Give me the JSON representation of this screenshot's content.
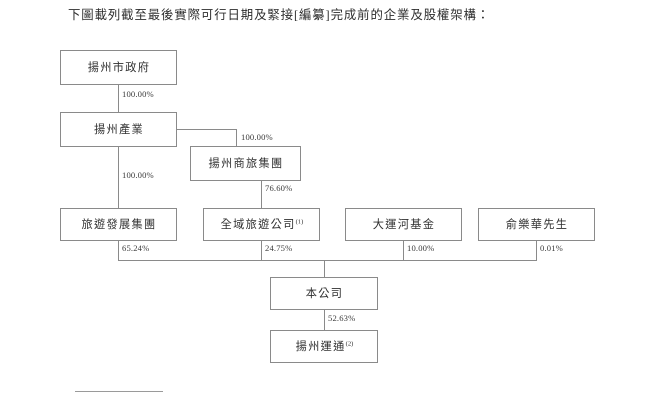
{
  "document": {
    "intro_text": "下圖載列截至最後實際可行日期及緊接[編纂]完成前的企業及股權架構："
  },
  "chart_data": {
    "type": "diagram",
    "title": "企業及股權架構",
    "diagram_kind": "organizational-shareholding-chart",
    "nodes": [
      {
        "id": "yangzhou-municipal-government",
        "label": "揚州市政府",
        "superscript": "",
        "level": 0
      },
      {
        "id": "yangzhou-industry",
        "label": "揚州產業",
        "superscript": "",
        "level": 1
      },
      {
        "id": "yangzhou-commerce-travel-group",
        "label": "揚州商旅集團",
        "superscript": "",
        "level": 2
      },
      {
        "id": "tourism-development-group",
        "label": "旅遊發展集團",
        "superscript": "",
        "level": 3
      },
      {
        "id": "quanyu-tourism-company",
        "label": "全域旅遊公司",
        "superscript": "(1)",
        "level": 3
      },
      {
        "id": "grand-canal-fund",
        "label": "大運河基金",
        "superscript": "",
        "level": 3
      },
      {
        "id": "mr-yu-lehua",
        "label": "俞樂華先生",
        "superscript": "",
        "level": 3
      },
      {
        "id": "our-company",
        "label": "本公司",
        "superscript": "",
        "level": 4
      },
      {
        "id": "yangzhou-yuntong",
        "label": "揚州運通",
        "superscript": "(2)",
        "level": 5
      }
    ],
    "edges": [
      {
        "from": "yangzhou-municipal-government",
        "to": "yangzhou-industry",
        "percent": "100.00%"
      },
      {
        "from": "yangzhou-industry",
        "to": "yangzhou-commerce-travel-group",
        "percent": "100.00%"
      },
      {
        "from": "yangzhou-industry",
        "to": "tourism-development-group",
        "percent": "100.00%"
      },
      {
        "from": "yangzhou-commerce-travel-group",
        "to": "quanyu-tourism-company",
        "percent": "76.60%"
      },
      {
        "from": "tourism-development-group",
        "to": "our-company",
        "percent": "65.24%"
      },
      {
        "from": "quanyu-tourism-company",
        "to": "our-company",
        "percent": "24.75%"
      },
      {
        "from": "grand-canal-fund",
        "to": "our-company",
        "percent": "10.00%"
      },
      {
        "from": "mr-yu-lehua",
        "to": "our-company",
        "percent": "0.01%"
      },
      {
        "from": "our-company",
        "to": "yangzhou-yuntong",
        "percent": "52.63%"
      }
    ],
    "percent_labels": {
      "gov_to_industry": "100.00%",
      "industry_to_commerce": "100.00%",
      "industry_to_tourism": "100.00%",
      "commerce_to_quanyu": "76.60%",
      "tourism_to_company": "65.24%",
      "quanyu_to_company": "24.75%",
      "fund_to_company": "10.00%",
      "yu_to_company": "0.01%",
      "company_to_yuntong": "52.63%"
    },
    "colors": {
      "box_border": "#8a8a8a",
      "connector": "#8a8a8a",
      "text": "#2f2f2f",
      "background": "#ffffff"
    }
  }
}
